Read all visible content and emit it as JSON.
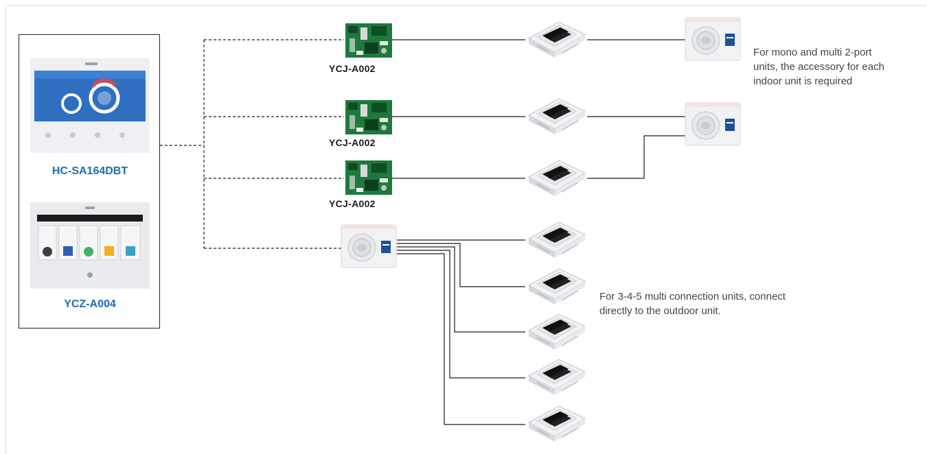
{
  "controllers": [
    {
      "label": "HC-SA164DBT"
    },
    {
      "label": "YCZ-A004"
    }
  ],
  "interfaces": [
    {
      "label": "YCJ-A002"
    },
    {
      "label": "YCJ-A002"
    },
    {
      "label": "YCJ-A002"
    }
  ],
  "notes": {
    "mono": [
      "For mono and multi 2-port",
      "units, the accessory for each",
      "indoor unit is required"
    ],
    "multi": [
      "For 3-4-5 multi connection units, connect",
      "directly to the outdoor unit."
    ]
  },
  "colors": {
    "accent": "#1f6bb0",
    "pcb": "#1e7a3c",
    "line": "#1a1a1a"
  }
}
